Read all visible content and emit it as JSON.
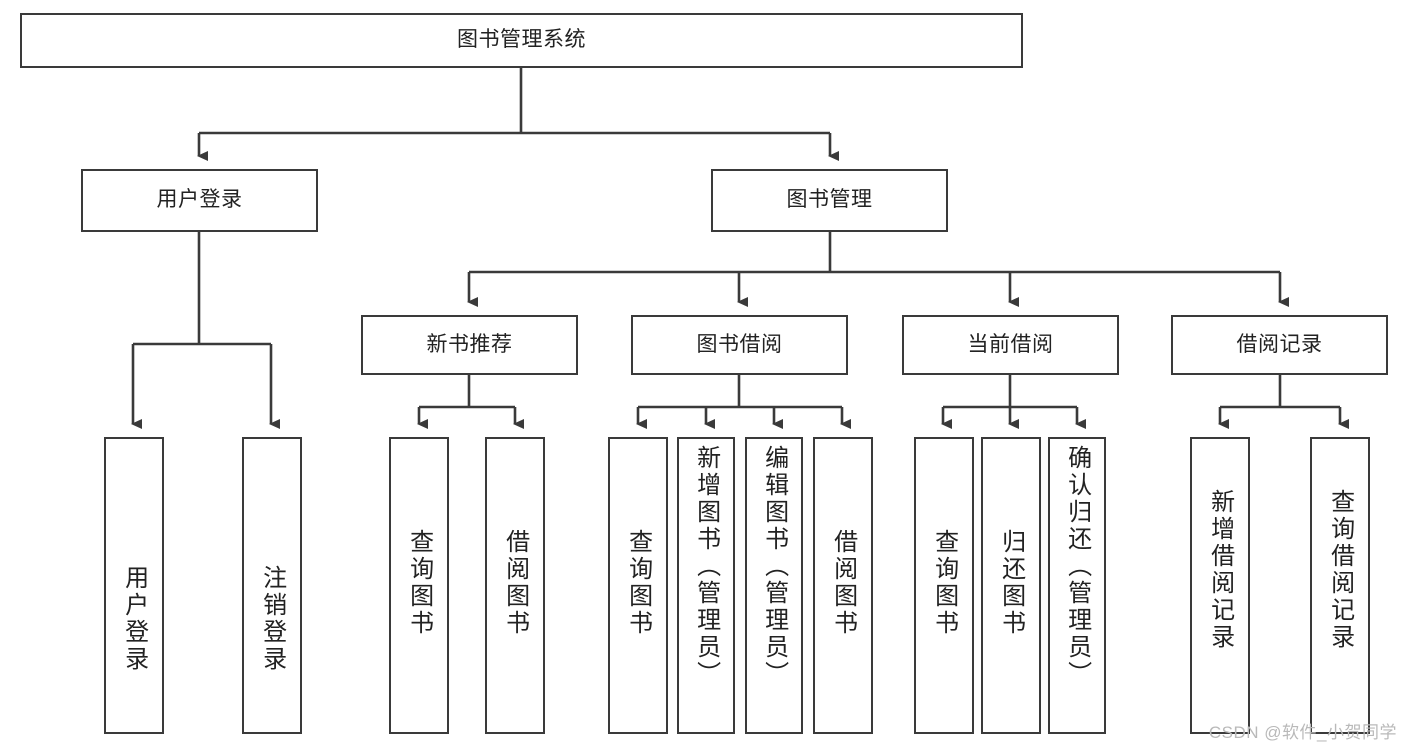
{
  "diagram": {
    "type": "tree-hierarchy",
    "root": {
      "label": "图书管理系统"
    },
    "level1": [
      {
        "label": "用户登录"
      },
      {
        "label": "图书管理"
      }
    ],
    "level2": [
      {
        "label": "新书推荐"
      },
      {
        "label": "图书借阅"
      },
      {
        "label": "当前借阅"
      },
      {
        "label": "借阅记录"
      }
    ],
    "leaves": [
      {
        "label": "用户登录"
      },
      {
        "label": "注销登录"
      },
      {
        "label": "查询图书"
      },
      {
        "label": "借阅图书"
      },
      {
        "label": "查询图书"
      },
      {
        "label": "新增图书（管理员）"
      },
      {
        "label": "编辑图书（管理员）"
      },
      {
        "label": "借阅图书"
      },
      {
        "label": "查询图书"
      },
      {
        "label": "归还图书"
      },
      {
        "label": "确认归还（管理员）"
      },
      {
        "label": "新增借阅记录"
      },
      {
        "label": "查询借阅记录"
      }
    ],
    "watermark": "CSDN @软件_小贺同学",
    "colors": {
      "box_border": "#3a3a3a",
      "box_fill": "#ffffff",
      "line": "#3a3a3a",
      "text": "#222222",
      "watermark": "#b9b9b9",
      "background": "#ffffff"
    }
  }
}
